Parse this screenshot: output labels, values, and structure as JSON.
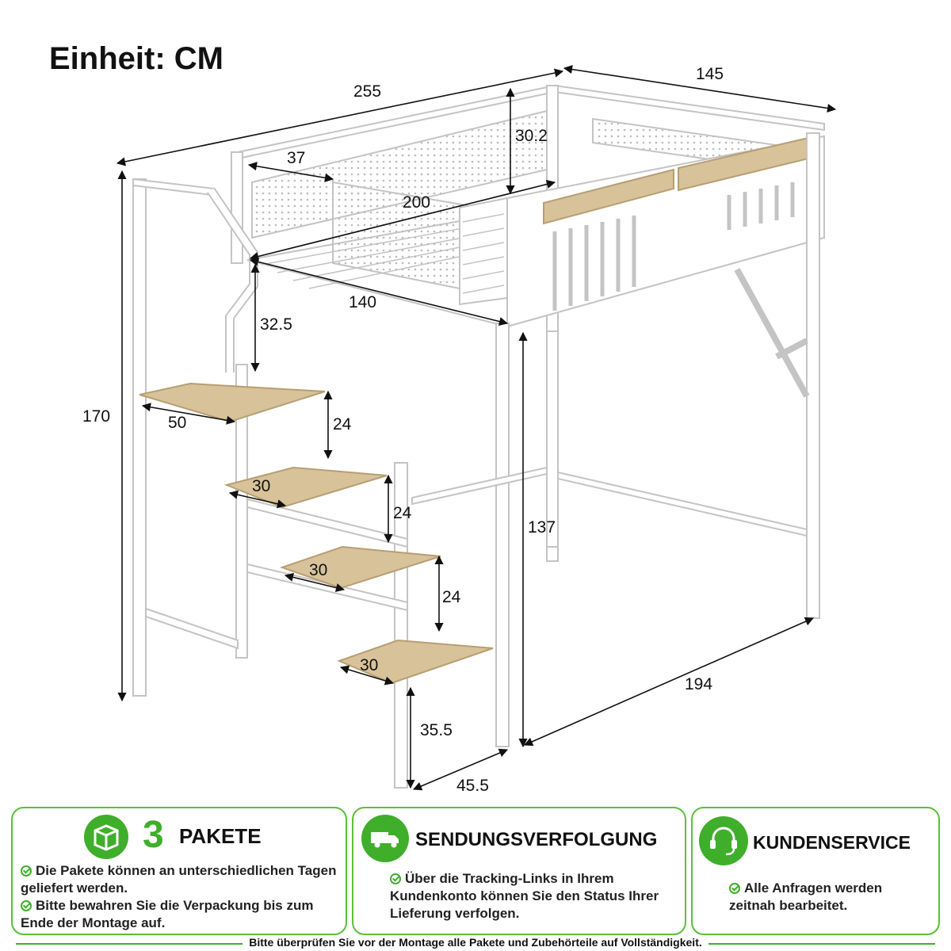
{
  "header": {
    "unit": "Einheit: CM"
  },
  "dimensions": {
    "top_length": "255",
    "top_width": "145",
    "rail_height": "30.2",
    "rail_gap": "37",
    "mattress_length": "200",
    "mattress_width": "140",
    "stair_top_gap": "32.5",
    "total_height": "170",
    "step1_depth": "50",
    "step_rise_1": "24",
    "step2_depth": "30",
    "step_rise_2": "24",
    "step3_depth": "30",
    "step_rise_3": "24",
    "step4_depth": "30",
    "under_height": "137",
    "floor_length": "194",
    "bottom_step_height": "35.5",
    "stair_width": "45.5"
  },
  "panels": {
    "packages": {
      "number": "3",
      "title": "PAKETE",
      "items": [
        "Die Pakete können an unterschiedlichen Tagen geliefert werden.",
        "Bitte bewahren Sie die Verpackung bis zum Ende der Montage auf."
      ]
    },
    "tracking": {
      "title": "SENDUNGSVERFOLGUNG",
      "items": [
        "Über die Tracking-Links in Ihrem Kundenkonto können Sie den Status Ihrer Lieferung verfolgen."
      ]
    },
    "service": {
      "title": "KUNDENSERVICE",
      "items": [
        "Alle Anfragen werden zeitnah bearbeitet."
      ]
    }
  },
  "footer": {
    "note": "Bitte überprüfen Sie vor der Montage alle Pakete und Zubehörteile auf Vollständigkeit."
  },
  "colors": {
    "accent_green": "#3fae2a",
    "frame": "#ffffff",
    "frame_outline": "#c9c9c9",
    "wood": "#d8c29a"
  }
}
